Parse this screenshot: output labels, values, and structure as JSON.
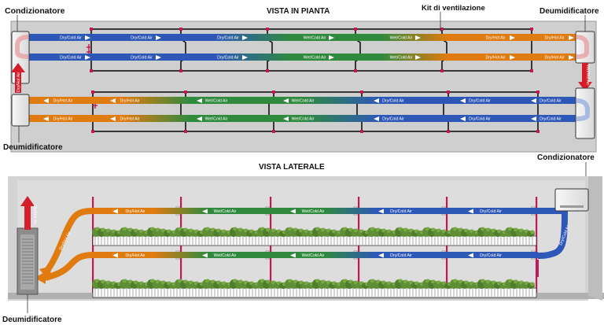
{
  "labels": {
    "top_left_unit": "Condizionatore",
    "top_title": "VISTA IN PIANTA",
    "kit": "Kit di ventilazione",
    "top_right_unit": "Deumidificatore",
    "bottom_left_unit": "Deumidificatore",
    "side_title": "VISTA LATERALE",
    "side_right_unit": "Condizionatore",
    "side_left_unit": "Deumidificatore"
  },
  "flow_labels": {
    "dry_cold": "Dry/Cold Air",
    "wet_cold": "Wet/Cold Air",
    "dry_hot": "Dry/Hot Air",
    "wet_hot": "Wet/Hot Air"
  },
  "top_row1_labels": [
    "Dry/Cold Air",
    "Dry/Cold Air",
    "Dry/Cold Air",
    "Wet/Cold Air",
    "Wet/Cold Air",
    "Dry/Hot Air",
    "Dry/Hot Air"
  ],
  "top_row2_labels": [
    "Dry/Cold Air",
    "Dry/Cold Air",
    "Dry/Cold Air",
    "Wet/Cold Air",
    "Wet/Cold Air",
    "Dry/Hot Air",
    "Dry/Hot Air"
  ],
  "top_row3_labels": [
    "Dry/Hot Air",
    "Dry/Hot Air",
    "Wet/Cold Air",
    "Wet/Cold Air",
    "Dry/Cold Air",
    "Dry/Cold Air",
    "Dry/Cold Air"
  ],
  "top_row4_labels": [
    "Dry/Hot Air",
    "Dry/Hot Air",
    "Wet/Cold Air",
    "Wet/Cold Air",
    "Dry/Cold Air",
    "Dry/Cold Air",
    "Dry/Cold Air"
  ],
  "side_row1_labels": [
    "Dry/Hot Air",
    "Wet/Cold Air",
    "Wet/Cold Air",
    "Dry/Cold Air",
    "Dry/Cold Air"
  ],
  "side_row2_labels": [
    "Dry/Hot Air",
    "Wet/Cold Air",
    "Wet/Cold Air",
    "Dry/Cold Air",
    "Dry/Cold Air"
  ],
  "vertical_labels": {
    "top_left_riser": "Dry/Hot Air",
    "top_right_riser": "Wet/Hot Air",
    "side_curve_left": "Dry/Hot Air",
    "side_curve_right": "Dry/Cold Air",
    "side_exhaust": "Dry/Hot Air"
  },
  "colors": {
    "blue": "#2e58b8",
    "green": "#2f8a3e",
    "orange": "#e07b10",
    "red": "#d41f2a",
    "magenta": "#c2185b",
    "room": "#cfcfcf"
  }
}
